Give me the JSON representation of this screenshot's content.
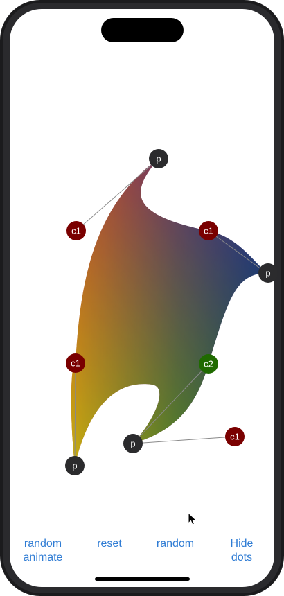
{
  "toolbar": {
    "random_animate_label": "random\nanimate",
    "reset_label": "reset",
    "random_label": "random",
    "hide_dots_label": "Hide\ndots"
  },
  "handles": {
    "p_top": "p",
    "p_right": "p",
    "p_bottom_center": "p",
    "p_bottom_left": "p",
    "c1_top_left": "c1",
    "c1_top_right": "c1",
    "c1_left_mid": "c1",
    "c2_right_mid": "c2",
    "c1_bottom_right": "c1"
  },
  "colors": {
    "point_handle": "#2b2b2d",
    "control_c1": "#7a0000",
    "control_c2": "#1f6a00",
    "accent_link": "#2f7cd4"
  },
  "icons": {
    "cursor": "arrow-pointer-icon"
  }
}
